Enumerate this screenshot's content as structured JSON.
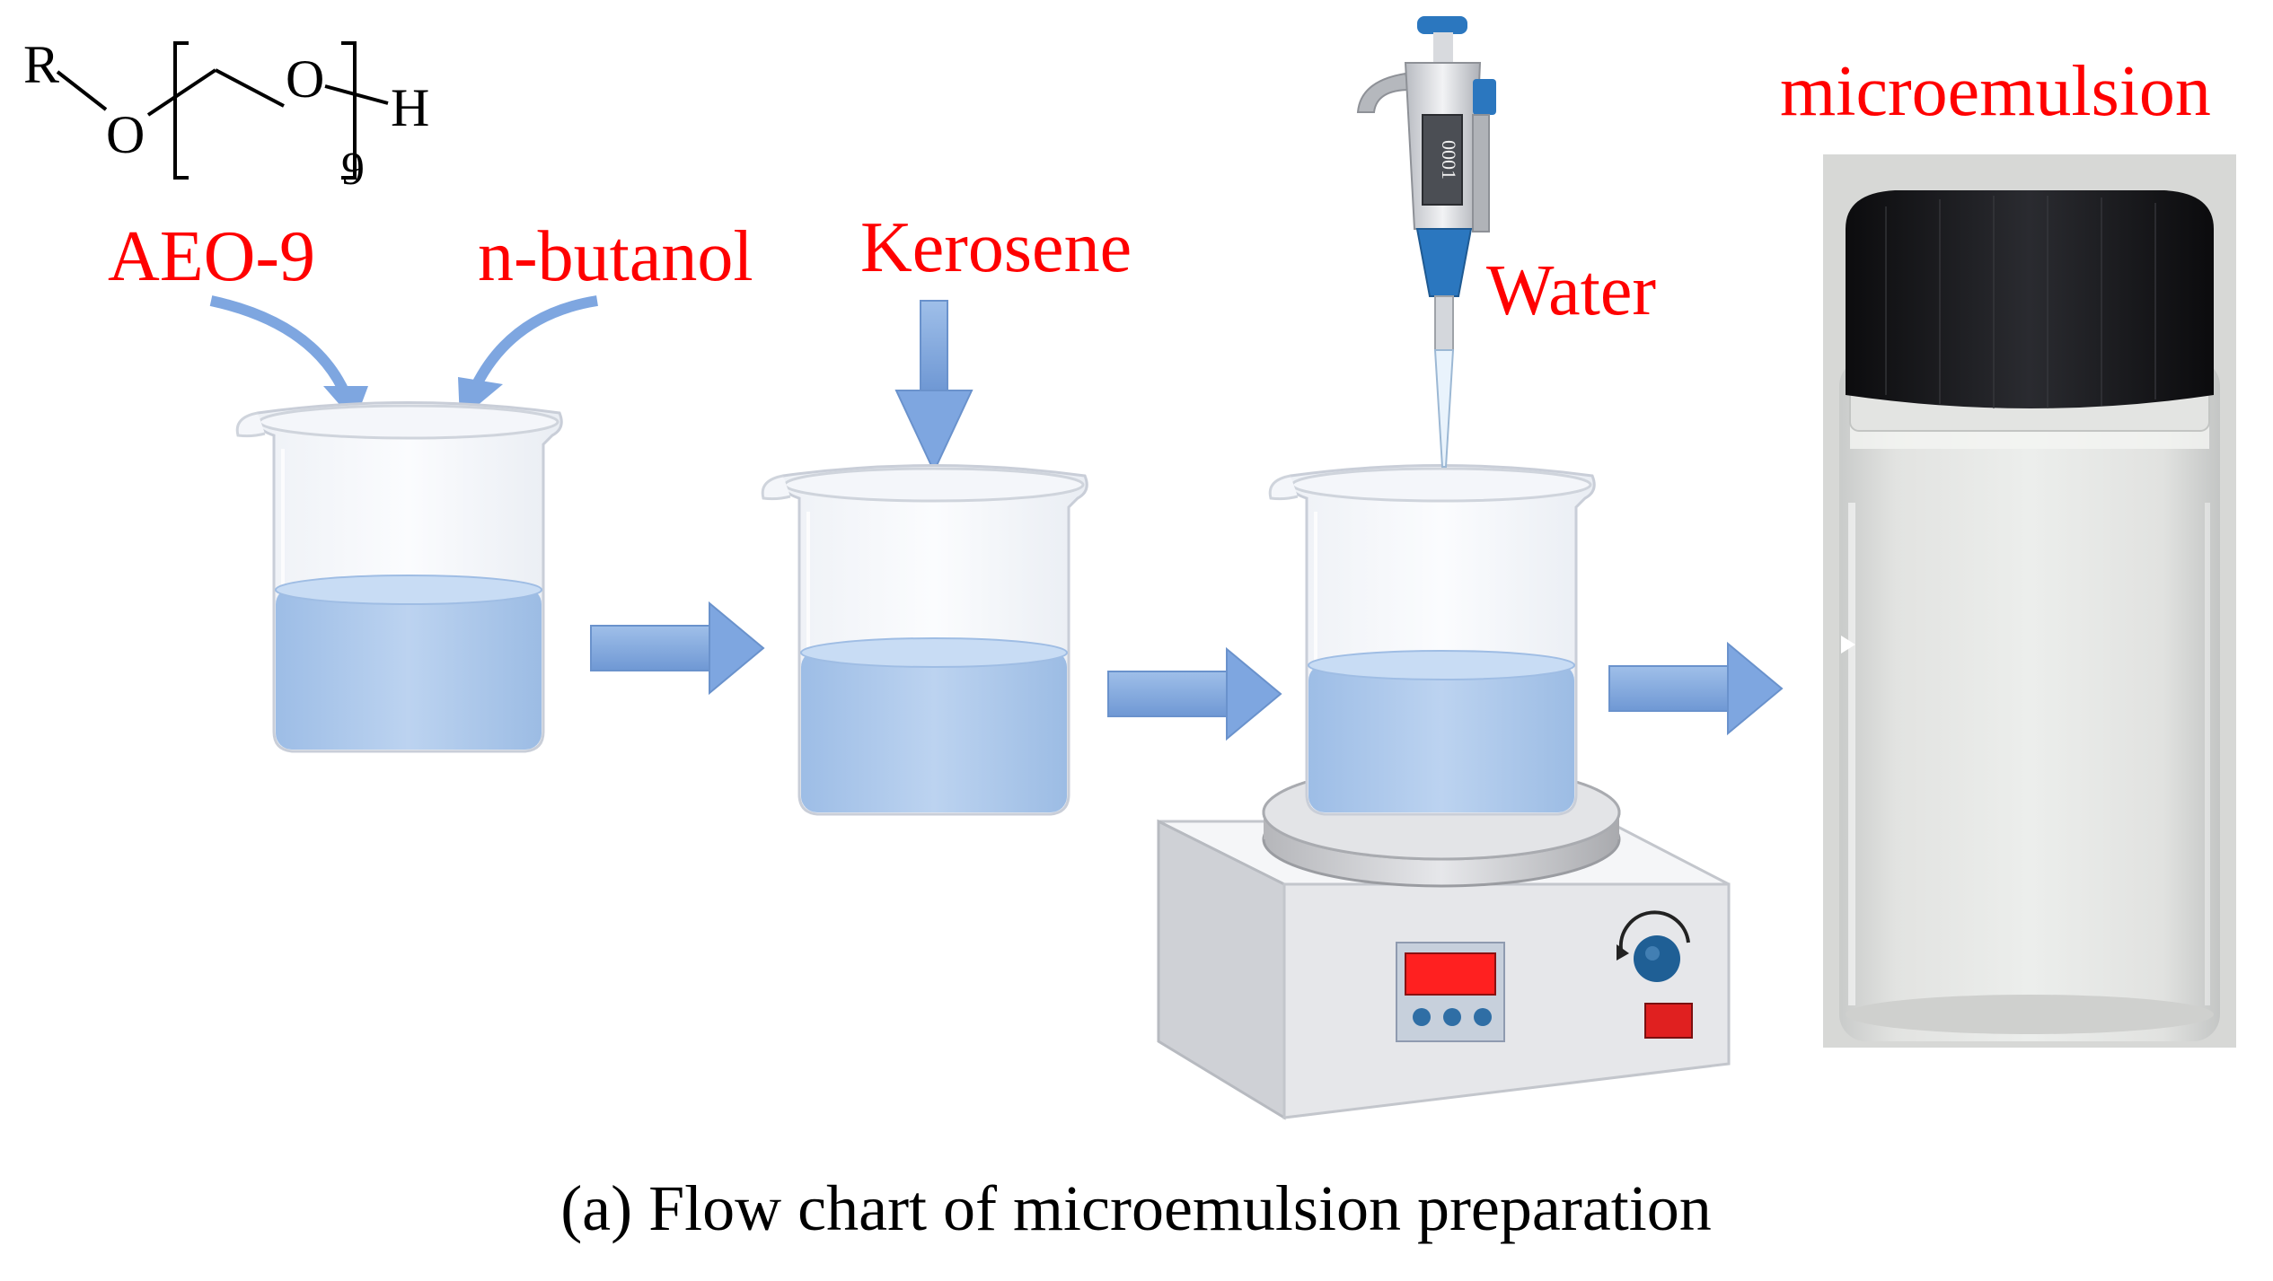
{
  "colors": {
    "label_red": "#ff0000",
    "arrow_blue": "#7ea6e0",
    "liquid_blue": "#a9c7ec",
    "liquid_light": "#c8dcf4",
    "stirrer_body": "#e8e9ec",
    "display_red": "#ff2020",
    "knob_blue": "#1f5f95"
  },
  "structure": {
    "r_group": "R",
    "oxygen_1": "O",
    "oxygen_2": "O",
    "hydrogen": "H",
    "subscript": "9"
  },
  "labels": {
    "aeo9": "AEO-9",
    "nbutanol": "n-butanol",
    "kerosene": "Kerosene",
    "water": "Water",
    "microemulsion": "microemulsion"
  },
  "pipette": {
    "display": "0001"
  },
  "caption": "(a) Flow chart of microemulsion preparation",
  "icons": [
    "beaker-icon",
    "pipette-icon",
    "magnetic-stirrer-icon",
    "vial-photo",
    "flow-arrow-icon"
  ]
}
